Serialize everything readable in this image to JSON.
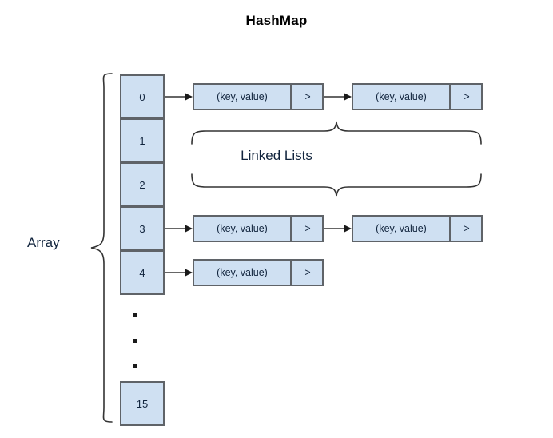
{
  "title": "HashMap",
  "labels": {
    "array": "Array",
    "linked_lists": "Linked Lists"
  },
  "colors": {
    "box_fill": "#cfe0f2",
    "box_border": "#5f6368",
    "text": "#11243d",
    "line": "#333333",
    "background": "#ffffff"
  },
  "array": {
    "slots": [
      {
        "index": "0",
        "has_list": true
      },
      {
        "index": "1",
        "has_list": false
      },
      {
        "index": "2",
        "has_list": false
      },
      {
        "index": "3",
        "has_list": true
      },
      {
        "index": "4",
        "has_list": true
      },
      {
        "index": "15",
        "has_list": false
      }
    ],
    "ellipsis_dots": 3
  },
  "linked_lists": [
    {
      "slot": "0",
      "nodes": [
        {
          "kv": "(key, value)",
          "next": ">"
        },
        {
          "kv": "(key, value)",
          "next": ">"
        }
      ]
    },
    {
      "slot": "3",
      "nodes": [
        {
          "kv": "(key, value)",
          "next": ">"
        },
        {
          "kv": "(key, value)",
          "next": ">"
        }
      ]
    },
    {
      "slot": "4",
      "nodes": [
        {
          "kv": "(key, value)",
          "next": ">"
        }
      ]
    }
  ]
}
